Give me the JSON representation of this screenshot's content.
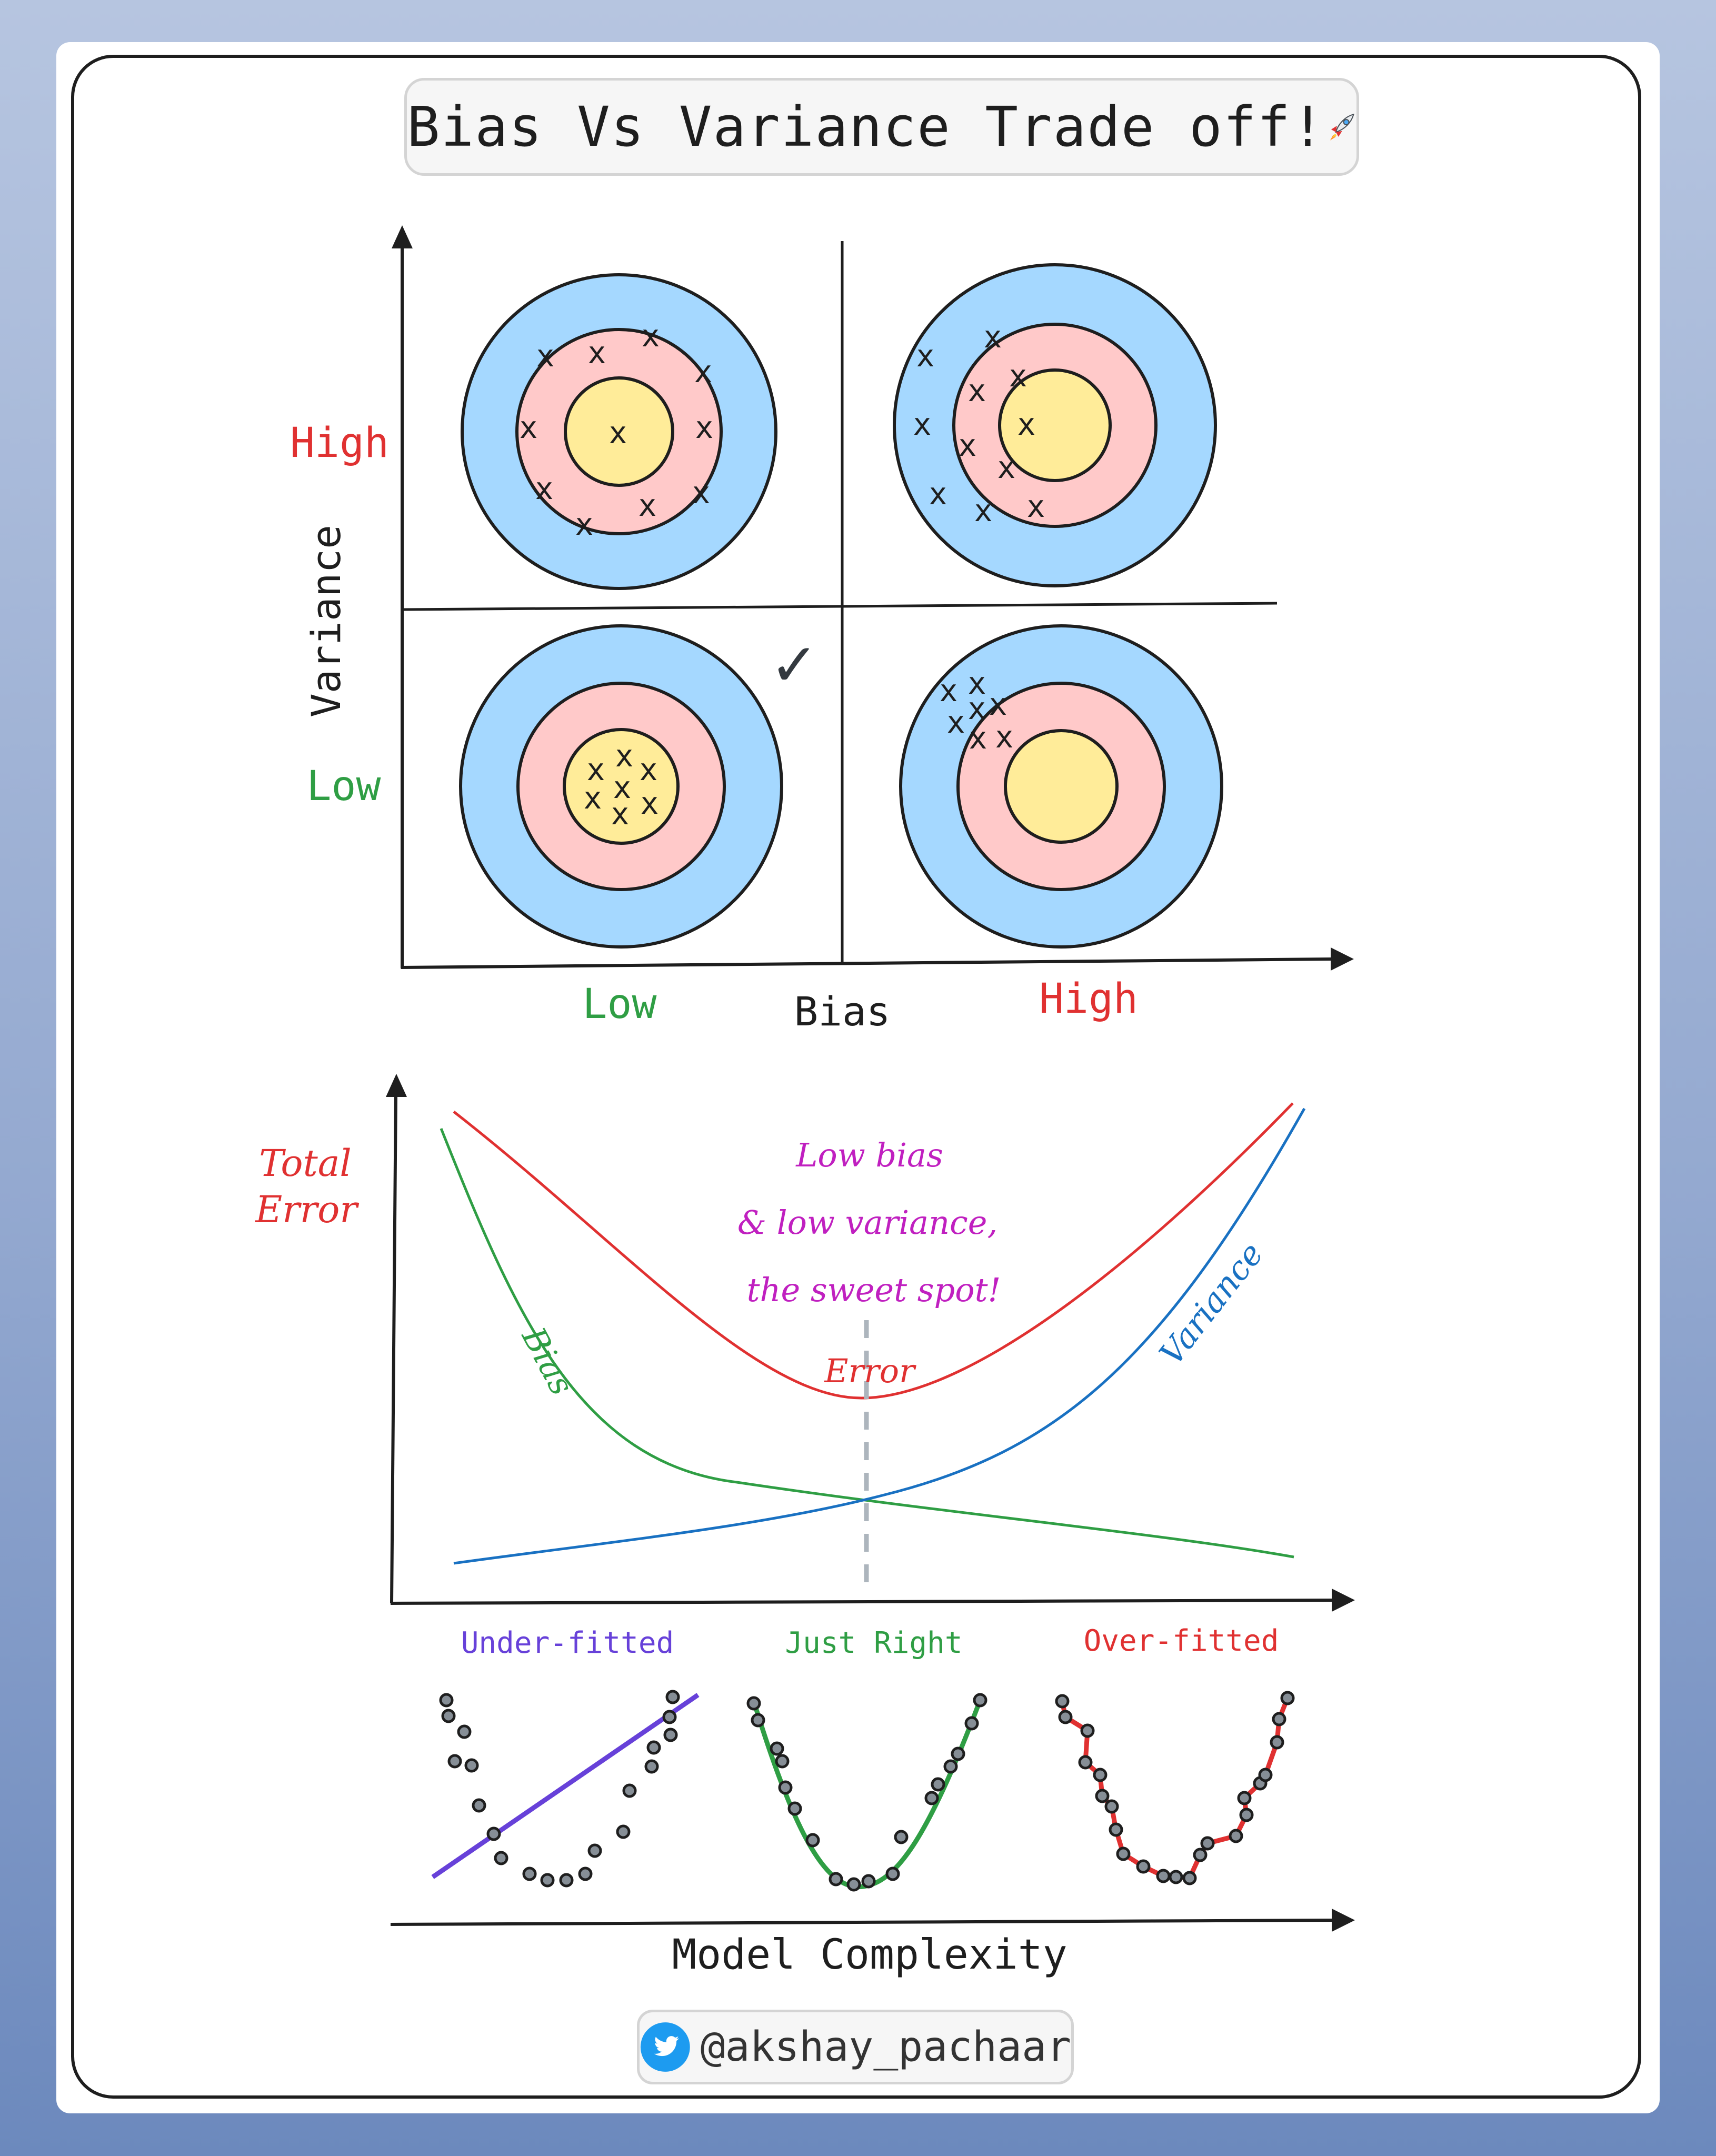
{
  "title": "Bias Vs Variance Trade off!",
  "title_icon": "rocket-icon",
  "colors": {
    "outer_ring": "#a5d8ff",
    "middle_ring": "#ffc9c9",
    "inner_ring": "#ffec99",
    "stroke": "#1e1e1e",
    "red": "#e03131",
    "green": "#2f9e44",
    "blue": "#1971c2",
    "purple": "#6741d9",
    "magenta": "#c020c0"
  },
  "quadrant_chart": {
    "y_axis_label": "Variance",
    "x_axis_label": "Bias",
    "y_high_label": "High",
    "y_low_label": "Low",
    "x_low_label": "Low",
    "x_high_label": "High",
    "check_mark": "✓",
    "hit_marker": "x",
    "quadrants": [
      {
        "name": "low-bias-high-variance",
        "bias": "Low",
        "variance": "High"
      },
      {
        "name": "high-bias-high-variance",
        "bias": "High",
        "variance": "High"
      },
      {
        "name": "low-bias-low-variance",
        "bias": "Low",
        "variance": "Low",
        "checked": true
      },
      {
        "name": "high-bias-low-variance",
        "bias": "High",
        "variance": "Low"
      }
    ]
  },
  "tradeoff_chart": {
    "y_axis_label_line1": "Total",
    "y_axis_label_line2": "Error",
    "x_axis_label": "Model Complexity",
    "curve_labels": {
      "error": "Error",
      "bias": "Bias",
      "variance": "Variance"
    },
    "annotation": [
      "Low bias",
      "& low variance,",
      "the sweet spot!"
    ]
  },
  "fit_examples": [
    {
      "label": "Under-fitted",
      "color": "#6741d9"
    },
    {
      "label": "Just Right",
      "color": "#2f9e44"
    },
    {
      "label": "Over-fitted",
      "color": "#e03131"
    }
  ],
  "footer": {
    "handle": "@akshay_pachaar",
    "icon": "twitter-bird-icon"
  }
}
